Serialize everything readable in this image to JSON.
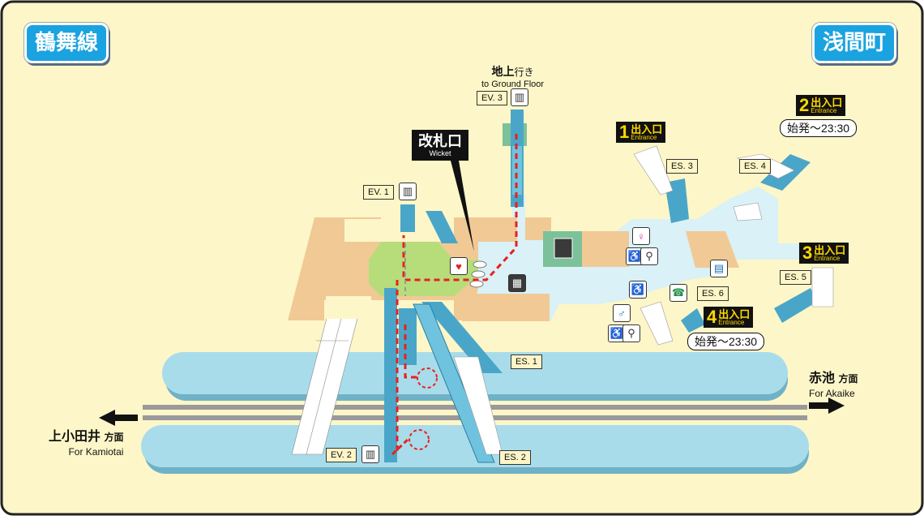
{
  "line_name": "鶴舞線",
  "station_name": "浅間町",
  "wicket": {
    "jp": "改札口",
    "en": "Wicket"
  },
  "ground_floor": {
    "jp_main": "地上",
    "jp_suffix": "行き",
    "en": "to Ground Floor"
  },
  "elevators": [
    "EV. 1",
    "EV. 2",
    "EV. 3"
  ],
  "escalators": [
    "ES. 1",
    "ES. 2",
    "ES. 3",
    "ES. 4",
    "ES. 5",
    "ES. 6"
  ],
  "exits": [
    {
      "num": "1",
      "jp": "出入口",
      "en": "Entrance"
    },
    {
      "num": "2",
      "jp": "出入口",
      "en": "Entrance",
      "hours": "始発～23:30"
    },
    {
      "num": "3",
      "jp": "出入口",
      "en": "Entrance"
    },
    {
      "num": "4",
      "jp": "出入口",
      "en": "Entrance",
      "hours": "始発～23:30"
    }
  ],
  "direction_left": {
    "jp": "上小田井",
    "suffix": "方面",
    "en": "For Kamiotai"
  },
  "direction_right": {
    "jp": "赤池",
    "suffix": "方面",
    "en": "For Akaike"
  },
  "icons": [
    "aed-icon",
    "elevator-icon",
    "station-office-icon",
    "toilet-icon",
    "accessible-toilet-icon",
    "locker-icon",
    "telephone-icon",
    "ticket-machine-icon",
    "stair-lift-icon"
  ],
  "colors": {
    "background": "#fdf6c8",
    "platform": "#a9dcea",
    "concourse": "#d9f1f7",
    "ticket_gate_area": "#b7dd7a",
    "paid_area": "#f1c995",
    "badge": "#1aa3e0",
    "route": "#e8201e"
  }
}
